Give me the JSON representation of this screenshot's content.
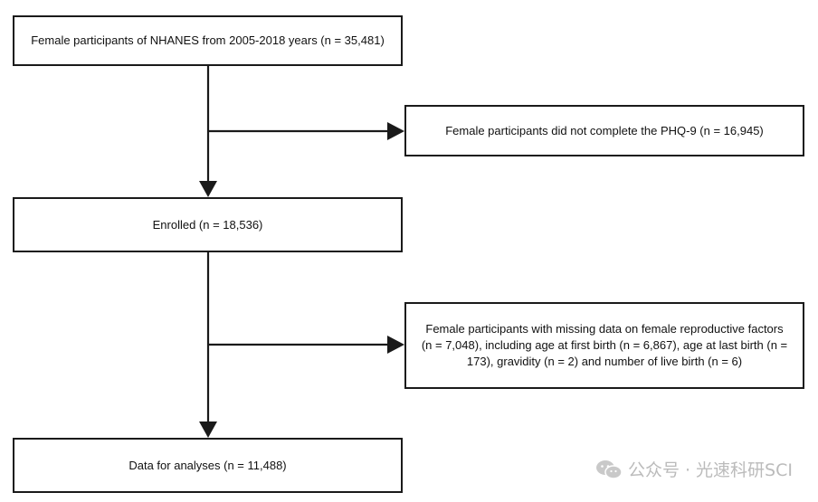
{
  "flowchart": {
    "start_box": "Female participants of NHANES from 2005-2018 years (n = 35,481)",
    "exclusion_1": "Female participants did not complete the PHQ-9 (n = 16,945)",
    "enrolled_box": "Enrolled (n = 18,536)",
    "exclusion_2": "Female participants with missing data on female reproductive factors (n = 7,048), including age at first birth (n = 6,867), age at last birth (n = 173), gravidity (n = 2) and number of live birth (n = 6)",
    "final_box": "Data for analyses (n = 11,488)"
  },
  "watermark": {
    "text": "公众号 · 光速科研SCI",
    "icon": "wechat-icon",
    "color": "#b4b4b4"
  },
  "colors": {
    "line": "#1a1a1a",
    "box_border": "#1a1a1a",
    "background": "#ffffff"
  }
}
